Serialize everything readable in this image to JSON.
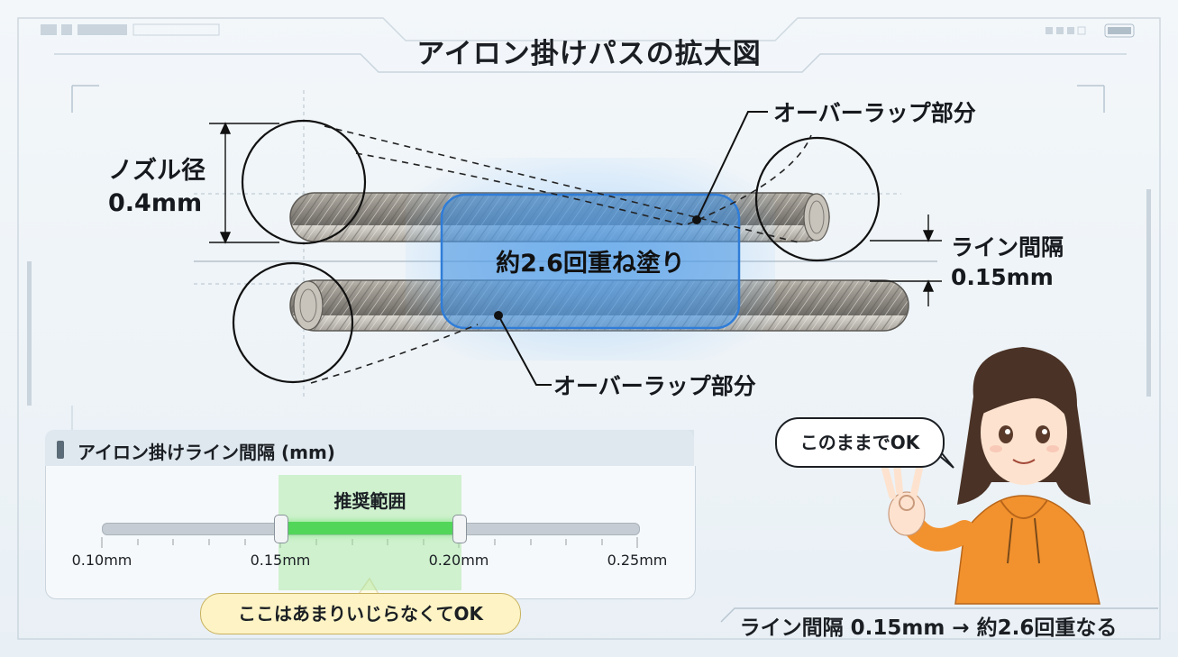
{
  "title": "アイロン掛けパスの拡大図",
  "nozzle": {
    "label_line1": "ノズル径",
    "label_line2": "0.4mm"
  },
  "overlap_label_top": "オーバーラップ部分",
  "overlap_label_bottom": "オーバーラップ部分",
  "line_gap": {
    "label_line1": "ライン間隔",
    "label_line2": "0.15mm"
  },
  "center_label": "約2.6回重ね塗り",
  "slider_panel": {
    "title": "アイロン掛けライン間隔 (mm)",
    "recommended_label": "推奨範囲",
    "recommended_range": [
      0.15,
      0.2
    ],
    "axis_min": 0.1,
    "axis_max": 0.25,
    "tick_labels": [
      "0.10mm",
      "0.15mm",
      "0.20mm",
      "0.25mm"
    ],
    "tick_values": [
      0.1,
      0.15,
      0.2,
      0.25
    ],
    "callout": "ここはあまりいじらなくてOK"
  },
  "speech_bubble": "このままでOK",
  "footer": "ライン間隔 0.15mm → 約2.6回重なる",
  "colors": {
    "highlight_blue": "#4d9be6",
    "recommended_green": "#52d65a",
    "hoodie_orange": "#f2922e",
    "callout_yellow": "#fdf3c4"
  }
}
